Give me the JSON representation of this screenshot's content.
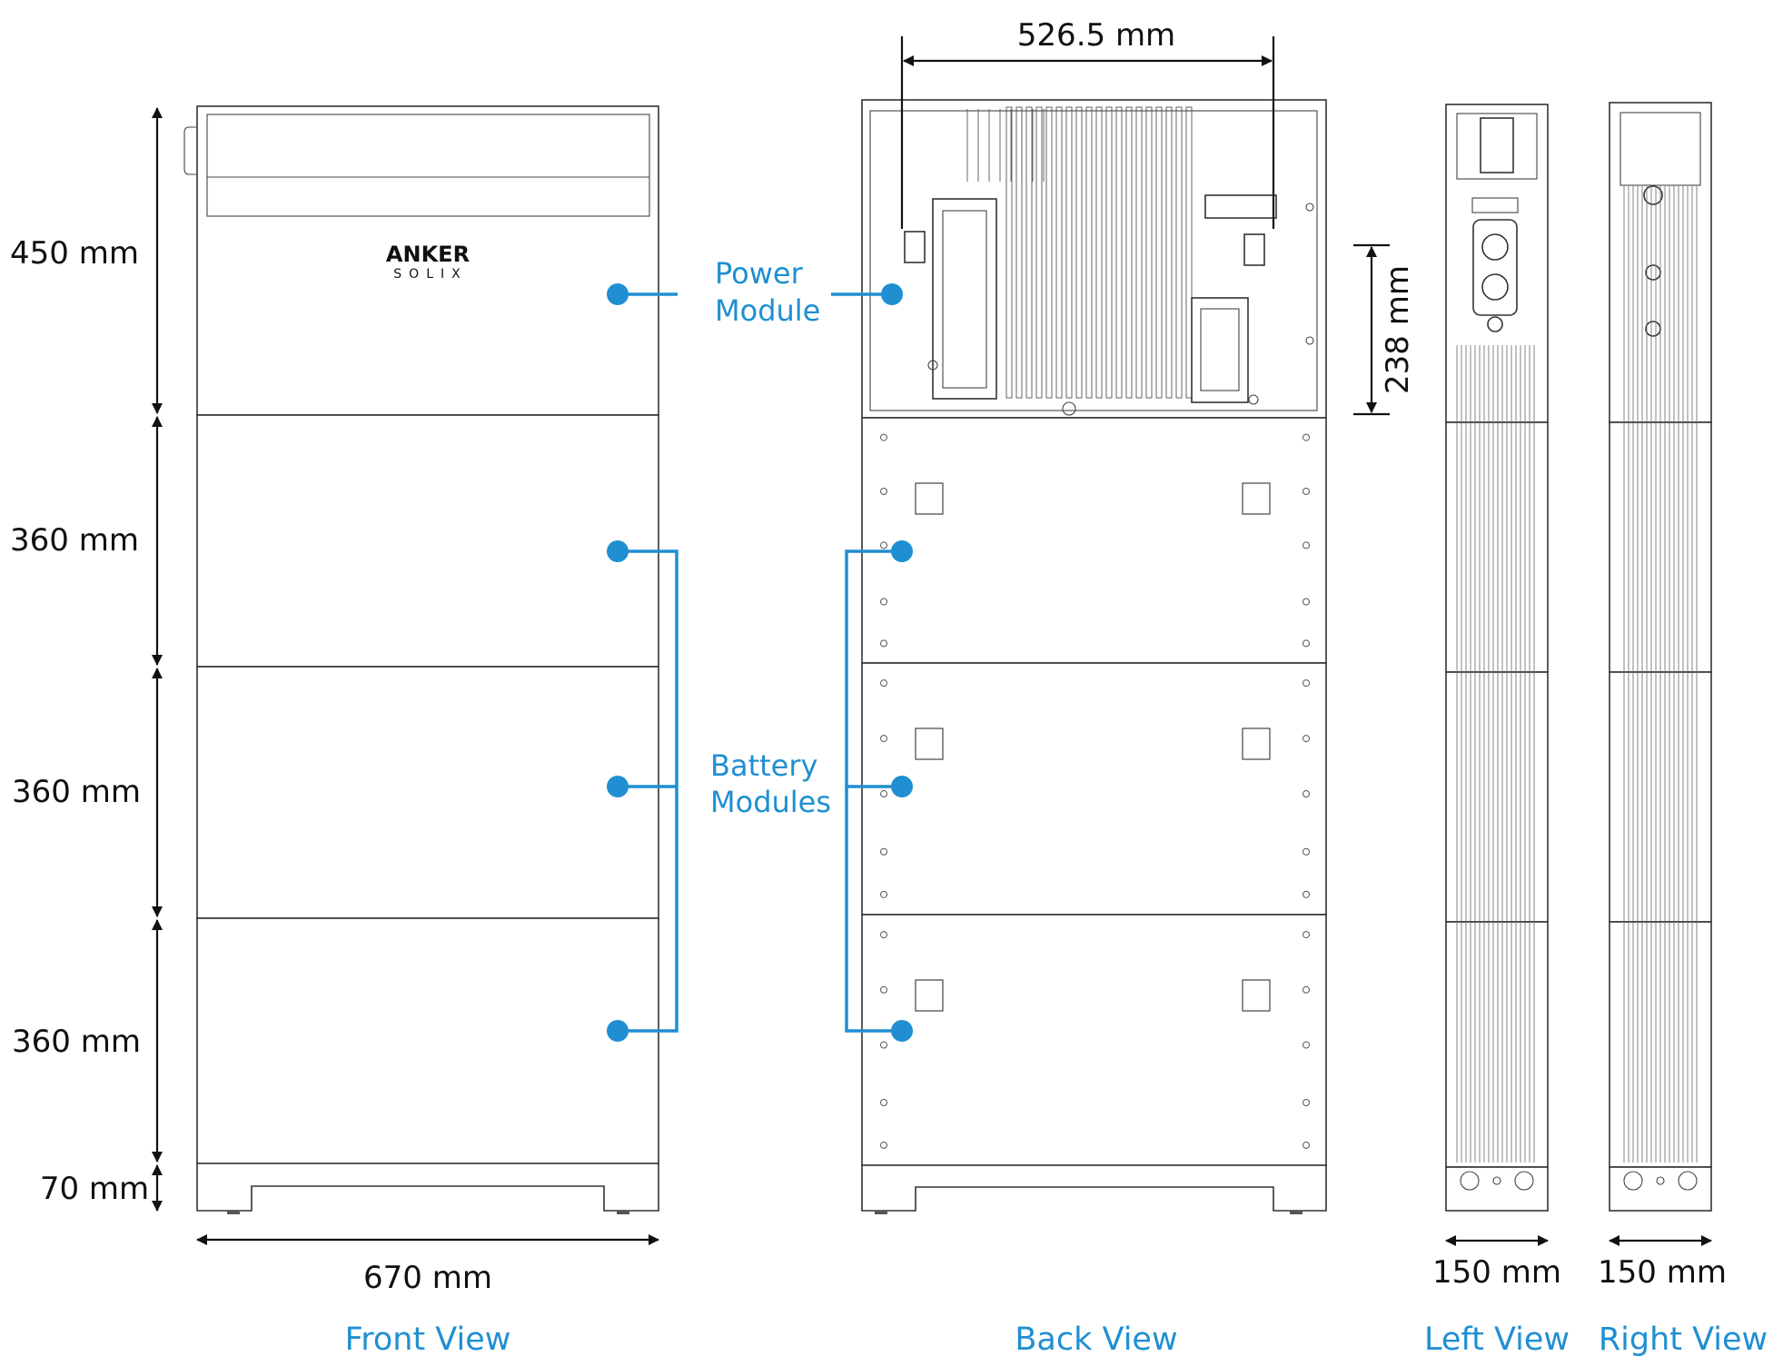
{
  "dimensions": {
    "front_power_height": "450 mm",
    "front_battery_1_height": "360 mm",
    "front_battery_2_height": "360 mm",
    "front_battery_3_height": "360 mm",
    "front_base_height": "70 mm",
    "front_width": "670 mm",
    "back_width": "526.5 mm",
    "back_power_depth": "238 mm",
    "left_depth": "150 mm",
    "right_depth": "150 mm"
  },
  "logo": {
    "line1": "ANKER",
    "line2": "SOLIX"
  },
  "callouts": {
    "power_line1": "Power",
    "power_line2": "Module",
    "battery_line1": "Battery",
    "battery_line2": "Modules"
  },
  "views": {
    "front": "Front View",
    "back": "Back View",
    "left": "Left View",
    "right": "Right View"
  },
  "colors": {
    "accent": "#1f8fd2",
    "outline": "#333333",
    "text": "#111111"
  }
}
